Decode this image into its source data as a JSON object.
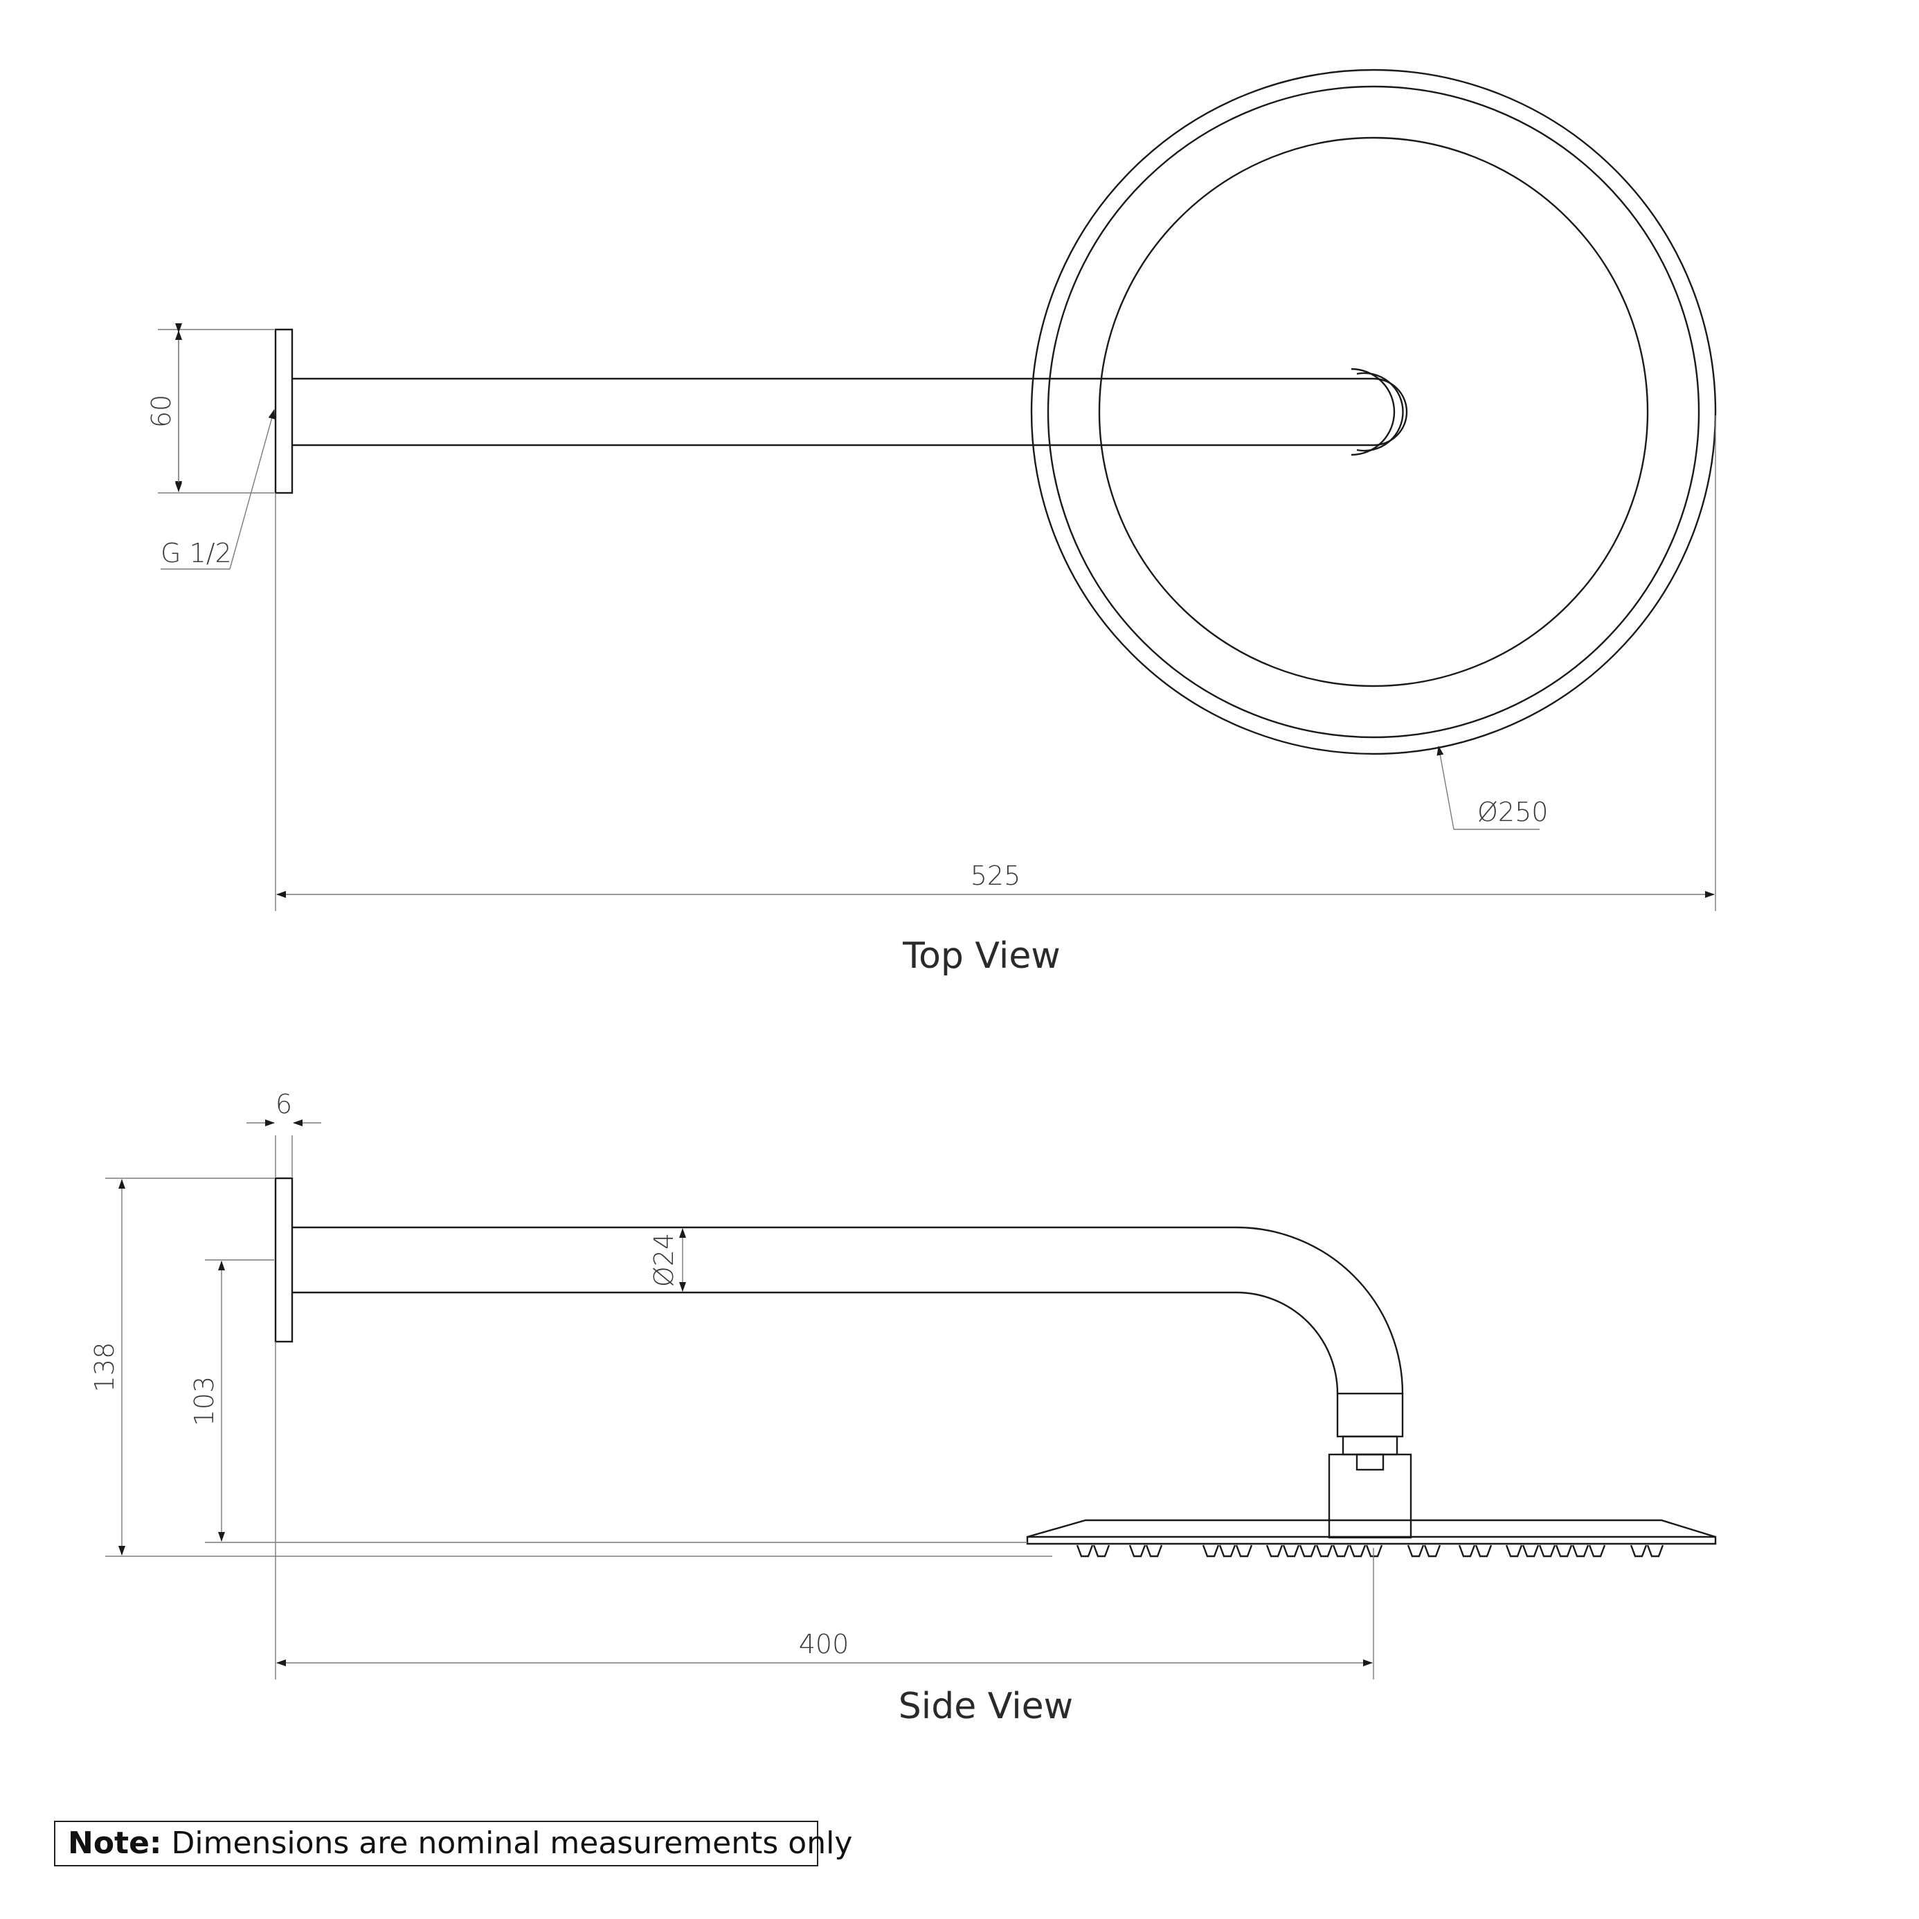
{
  "top_view": {
    "title": "Top View",
    "dim_flange_height": "60",
    "dim_thread": "G 1/2",
    "dim_head_diameter": "Ø250",
    "dim_total_length": "525"
  },
  "side_view": {
    "title": "Side View",
    "dim_flange_thickness": "6",
    "dim_arm_diameter": "Ø24",
    "dim_total_height": "138",
    "dim_arm_height": "103",
    "dim_projection": "400"
  },
  "note": {
    "label": "Note:",
    "text": " Dimensions are nominal measurements only"
  }
}
